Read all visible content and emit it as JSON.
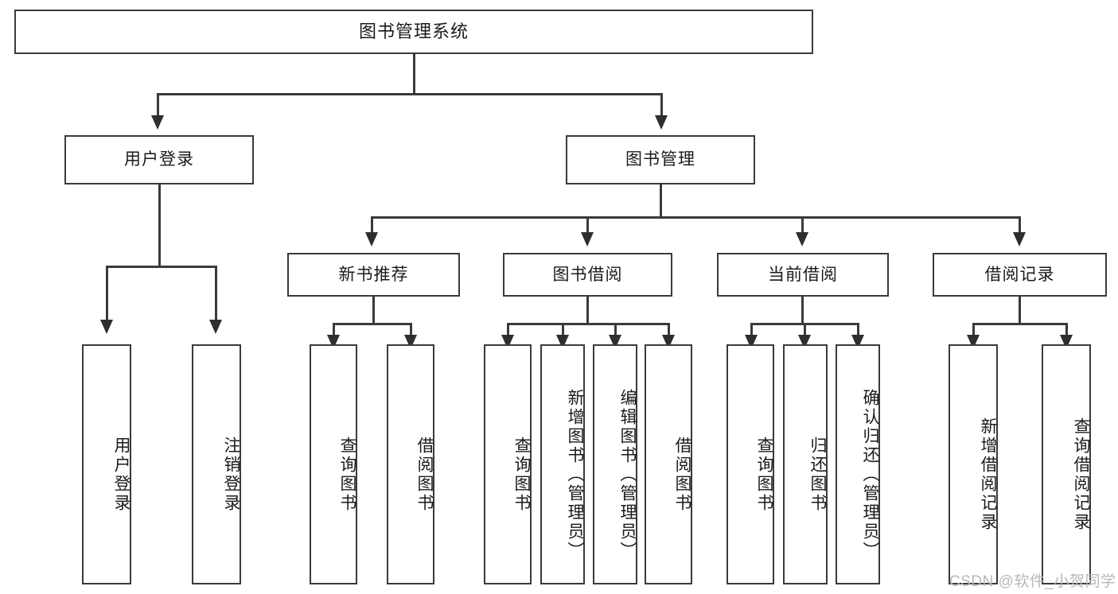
{
  "diagram": {
    "title": "图书管理系统",
    "root": {
      "label": "图书管理系统"
    },
    "level2": [
      {
        "label": "用户登录"
      },
      {
        "label": "图书管理"
      }
    ],
    "level3": [
      {
        "label": "新书推荐"
      },
      {
        "label": "图书借阅"
      },
      {
        "label": "当前借阅"
      },
      {
        "label": "借阅记录"
      }
    ],
    "leaves": [
      {
        "label": "用户登录",
        "parent": "用户登录"
      },
      {
        "label": "注销登录",
        "parent": "用户登录"
      },
      {
        "label": "查询图书",
        "parent": "新书推荐"
      },
      {
        "label": "借阅图书",
        "parent": "新书推荐"
      },
      {
        "label": "查询图书",
        "parent": "图书借阅"
      },
      {
        "label": "新增图书（管理员）",
        "parent": "图书借阅"
      },
      {
        "label": "编辑图书（管理员）",
        "parent": "图书借阅"
      },
      {
        "label": "借阅图书",
        "parent": "图书借阅"
      },
      {
        "label": "查询图书",
        "parent": "当前借阅"
      },
      {
        "label": "归还图书",
        "parent": "当前借阅"
      },
      {
        "label": "确认归还（管理员）",
        "parent": "当前借阅"
      },
      {
        "label": "新增借阅记录",
        "parent": "借阅记录"
      },
      {
        "label": "查询借阅记录",
        "parent": "借阅记录"
      }
    ],
    "watermark": "CSDN @软件_小贺同学",
    "colors": {
      "stroke": "#3a3a3a",
      "background": "#ffffff",
      "text": "#1b1b1b",
      "watermark": "#b8b8b8"
    }
  }
}
